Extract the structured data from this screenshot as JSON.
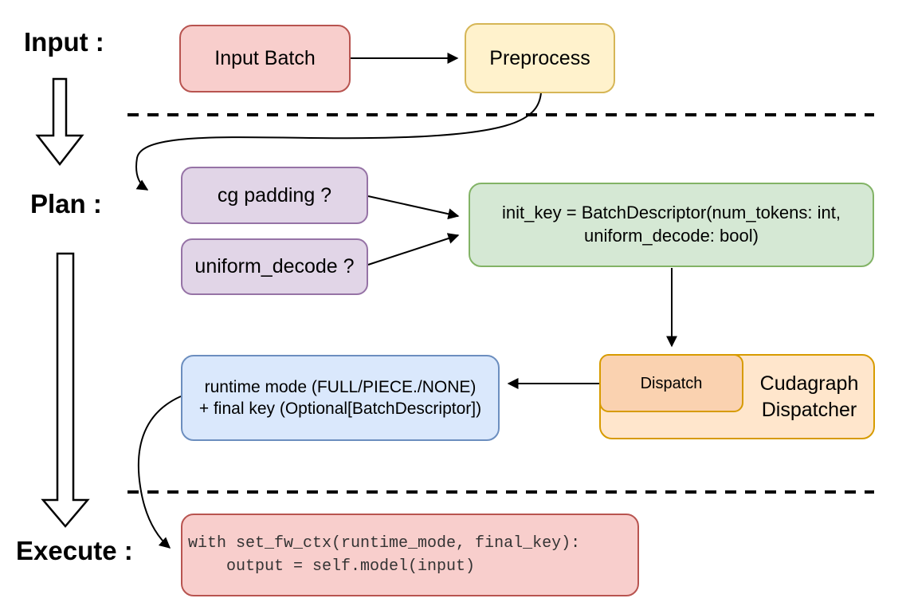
{
  "diagram": {
    "stage_labels": {
      "input": "Input :",
      "plan": "Plan :",
      "execute": "Execute :"
    },
    "nodes": {
      "input_batch": {
        "label": "Input Batch"
      },
      "preprocess": {
        "label": "Preprocess"
      },
      "cg_padding": {
        "label": "cg padding ?"
      },
      "uniform_decode": {
        "label": "uniform_decode ?"
      },
      "init_key": {
        "line1": "init_key = BatchDescriptor(num_tokens: int,",
        "line2": "uniform_decode: bool)"
      },
      "dispatch": {
        "label": "Dispatch"
      },
      "cudagraph_dispatcher": {
        "line1": "Cudagraph",
        "line2": "Dispatcher"
      },
      "runtime_result": {
        "line1": "runtime mode (FULL/PIECE./NONE)",
        "line2": "+ final key (Optional[BatchDescriptor])"
      },
      "execute_code": {
        "line1": "with set_fw_ctx(runtime_mode, final_key):",
        "line2": "    output = self.model(input)"
      }
    },
    "icons": {
      "stage_flow_arrows": "hollow-down-block-arrow"
    },
    "colors": {
      "red_fill": "#f8cecc",
      "red_stroke": "#b85450",
      "yellow_fill": "#fff2cc",
      "yellow_stroke": "#d6b656",
      "purple_fill": "#e1d5e7",
      "purple_stroke": "#9673a6",
      "green_fill": "#d5e8d4",
      "green_stroke": "#82b366",
      "blue_fill": "#dae8fc",
      "blue_stroke": "#6c8ebf",
      "orange_fill": "#ffe6cc",
      "orange_inner_fill": "#fad2b0",
      "orange_stroke": "#d79b00",
      "connector": "#000000",
      "background": "#ffffff"
    }
  }
}
